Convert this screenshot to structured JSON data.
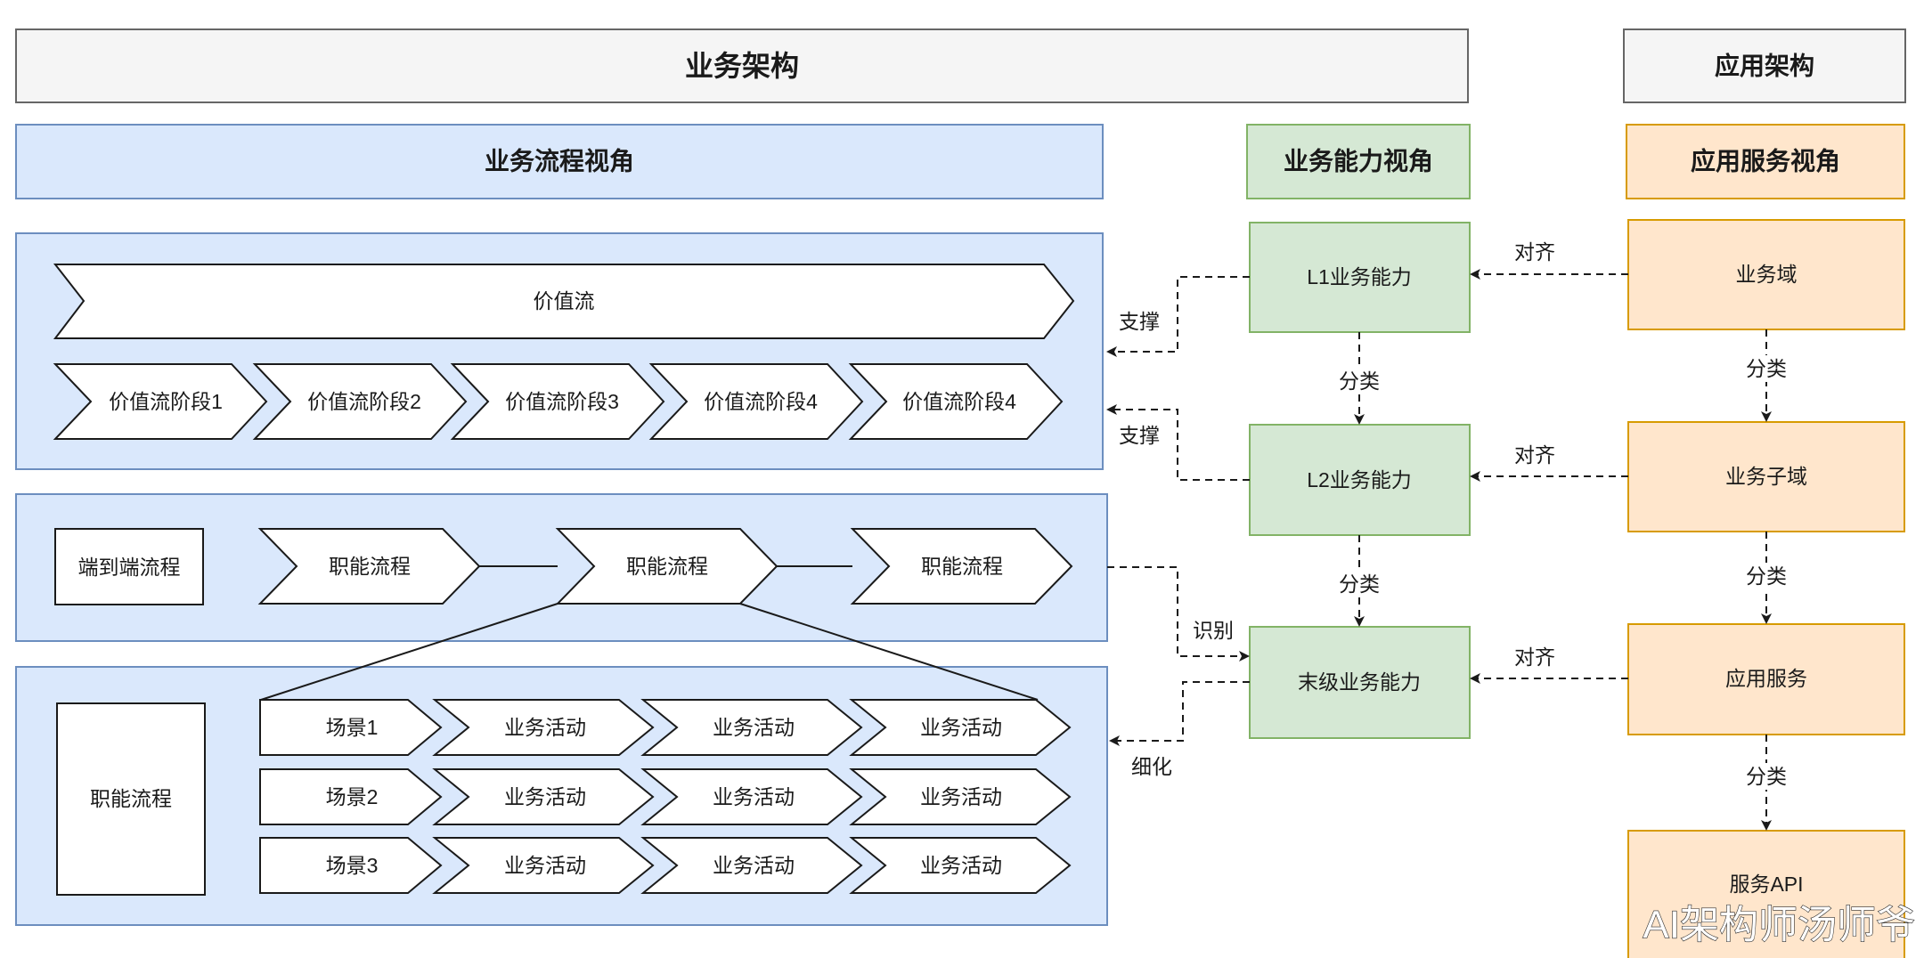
{
  "colors": {
    "gray_fill": "#f5f5f5",
    "gray_stroke": "#666666",
    "blue_fill": "#dae8fc",
    "blue_stroke": "#6c8ebf",
    "green_fill": "#d5e8d4",
    "green_stroke": "#82b366",
    "orange_fill": "#ffe6cc",
    "orange_stroke": "#d79b00"
  },
  "headers": {
    "business_arch": "业务架构",
    "app_arch": "应用架构",
    "process_view": "业务流程视角",
    "capability_view": "业务能力视角",
    "service_view": "应用服务视角"
  },
  "value_stream": {
    "title": "价值流",
    "stages": [
      "价值流阶段1",
      "价值流阶段2",
      "价值流阶段3",
      "价值流阶段4",
      "价值流阶段4"
    ]
  },
  "e2e": {
    "label": "端到端流程",
    "functions": [
      "职能流程",
      "职能流程",
      "职能流程"
    ]
  },
  "detail": {
    "label": "职能流程",
    "rows": [
      {
        "scene": "场景1",
        "activities": [
          "业务活动",
          "业务活动",
          "业务活动"
        ]
      },
      {
        "scene": "场景2",
        "activities": [
          "业务活动",
          "业务活动",
          "业务活动"
        ]
      },
      {
        "scene": "场景3",
        "activities": [
          "业务活动",
          "业务活动",
          "业务活动"
        ]
      }
    ]
  },
  "capabilities": [
    "L1业务能力",
    "L2业务能力",
    "末级业务能力"
  ],
  "services": [
    "业务域",
    "业务子域",
    "应用服务",
    "服务API"
  ],
  "edge_labels": {
    "support_1": "支撑",
    "support_2": "支撑",
    "identify": "识别",
    "refine": "细化",
    "classify_cap_1": "分类",
    "classify_cap_2": "分类",
    "classify_svc_1": "分类",
    "classify_svc_2": "分类",
    "classify_svc_3": "分类",
    "align_1": "对齐",
    "align_2": "对齐",
    "align_3": "对齐"
  },
  "watermark": "AI架构师汤师爷"
}
